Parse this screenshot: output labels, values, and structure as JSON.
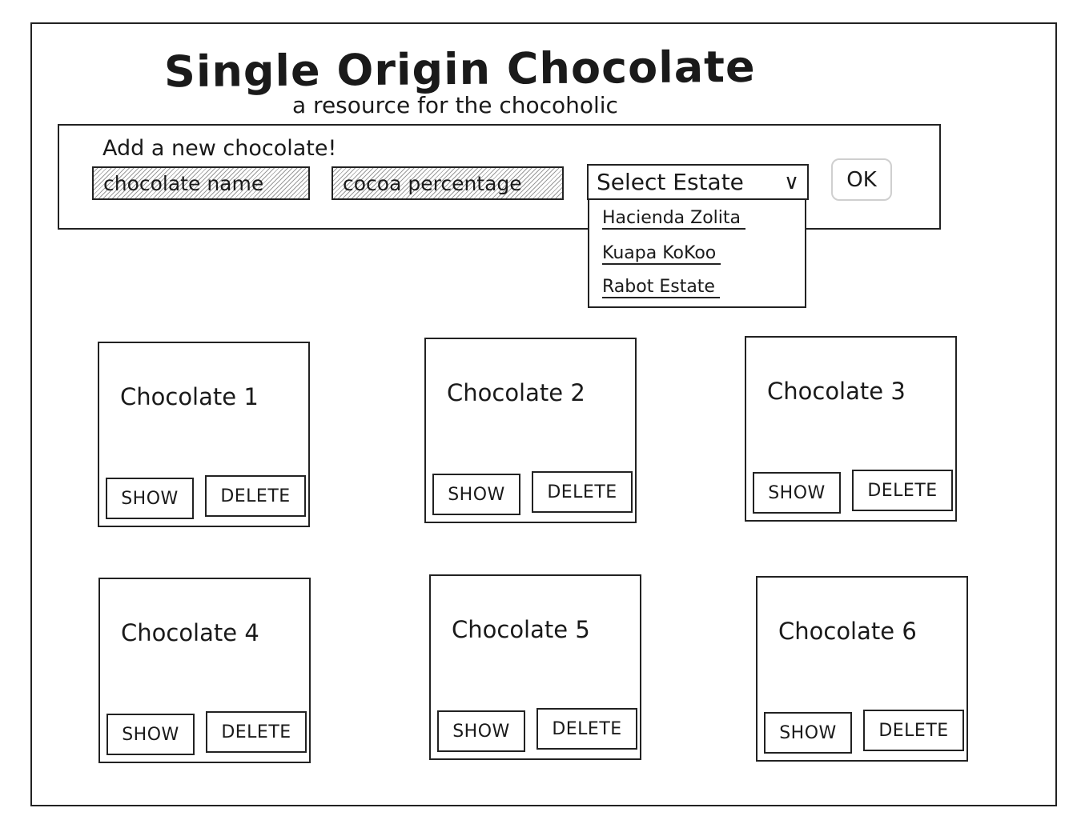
{
  "header": {
    "title": "Single Origin Chocolate",
    "subtitle": "a resource for the chocoholic"
  },
  "add_form": {
    "heading": "Add a new chocolate!",
    "name_placeholder": "chocolate name",
    "cocoa_placeholder": "cocoa percentage",
    "estate_select_label": "Select Estate",
    "ok_label": "OK",
    "estate_options": [
      "Hacienda Zolita",
      "Kuapa KoKoo",
      "Rabot Estate"
    ]
  },
  "chocolates": [
    {
      "name": "Chocolate 1",
      "show_label": "SHOW",
      "delete_label": "DELETE"
    },
    {
      "name": "Chocolate 2",
      "show_label": "SHOW",
      "delete_label": "DELETE"
    },
    {
      "name": "Chocolate 3",
      "show_label": "SHOW",
      "delete_label": "DELETE"
    },
    {
      "name": "Chocolate 4",
      "show_label": "SHOW",
      "delete_label": "DELETE"
    },
    {
      "name": "Chocolate 5",
      "show_label": "SHOW",
      "delete_label": "DELETE"
    },
    {
      "name": "Chocolate 6",
      "show_label": "SHOW",
      "delete_label": "DELETE"
    }
  ],
  "icons": {
    "select_chevron": "chevron-down-icon"
  }
}
